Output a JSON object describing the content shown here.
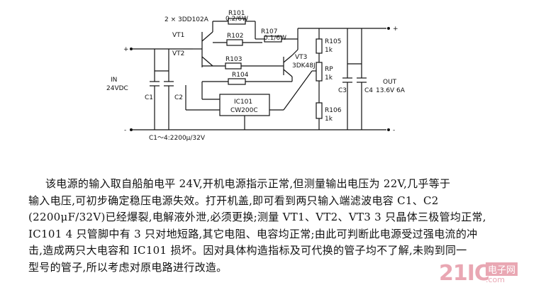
{
  "diagram": {
    "labels": {
      "transistor_pair": "2 × 3DD102A",
      "vt1": "VT1",
      "vt2": "VT2",
      "vt3": "VT3",
      "vt3_part": "3DK48J",
      "r101": "R101",
      "r101_val": "0.2/6W",
      "r107": "R107",
      "r107_val": "0.1/6W",
      "r102": "R102",
      "r103": "R103",
      "r104": "R104",
      "r105": "R105",
      "r105_val": "1k",
      "rp": "RP",
      "rp_val": "1k",
      "r106": "R106",
      "r106_val": "1k",
      "ic_name": "IC101",
      "ic_part": "CW200C",
      "in_label": "IN",
      "in_voltage": "24VDC",
      "c1": "C1",
      "c2": "C2",
      "c3": "C3",
      "c4": "C4",
      "out_label": "OUT",
      "out_rating": "13.6V 6A",
      "caps_note": "C1～4:2200μ/32V",
      "plus_in": "+",
      "minus_in": "-",
      "plus_out": "+",
      "minus_out": "-"
    }
  },
  "paragraph": {
    "line1": "该电源的输入取自船舶电平 24V,开机电源指示正常,但测量输出电压为 22V,几乎等于",
    "line2": "输入电压,可初步确定稳压电源失效。打开机盖,即可看到两只输入端滤波电容 C1、C2",
    "line3": "(2200μF/32V)已经爆裂,电解液外泄,必须更换;测量 VT1、VT2、VT3 3 只晶体三极管均正常,",
    "line4": "IC101 4 只管脚中有 3 只对地短路,其它电阻、电容均正常;由此可判断此电源受过强电流的冲",
    "line5": "击,造成两只大电容和 IC101 损坏。因对具体构造指标及可代换的管子均不了解,未购到同一",
    "line6": "型号的管子,所以考虑对原电路进行改造。"
  },
  "watermark": {
    "brand": "21IC",
    "cn": "电子网",
    "domain": ".com"
  }
}
